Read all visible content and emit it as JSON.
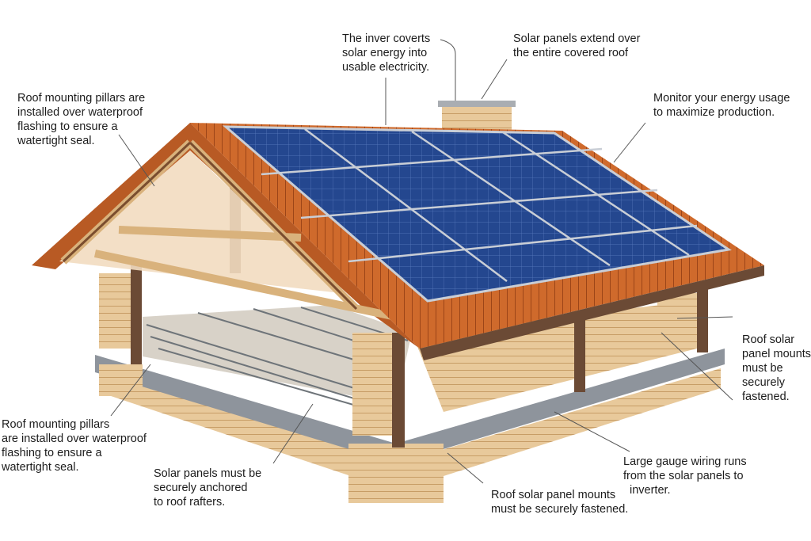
{
  "callouts": {
    "inverter": [
      "The  inver coverts",
      "solar energy into",
      "usable electricity."
    ],
    "panels_extend": [
      "Solar panels extend over",
      "the entire covered roof"
    ],
    "pillars_top": [
      "Roof mounting pillars are",
      "installed over waterproof",
      "flashing to ensure a",
      "watertight seal."
    ],
    "monitor": [
      "Monitor your energy usage",
      "to maximize production."
    ],
    "mounts_right": [
      "Roof solar",
      "panel mounts",
      "must be",
      "securely",
      "fastened."
    ],
    "pillars_bottom": [
      "Roof mounting pillars",
      "are installed over waterproof",
      "flashing to ensure a",
      "watertight seal."
    ],
    "anchored": [
      "Solar panels must be",
      "securely anchored",
      "to roof rafters."
    ],
    "mounts_bottom": [
      "Roof solar panel mounts",
      "must be securely fastened."
    ],
    "wiring": [
      "Large gauge wiring runs",
      "from the solar panels to",
      "inverter."
    ]
  },
  "colors": {
    "panel": "#1f3f86",
    "roof_tile": "#c9652a",
    "wood": "#e6c79a",
    "post": "#6b4a35",
    "base": "#8e949c"
  }
}
